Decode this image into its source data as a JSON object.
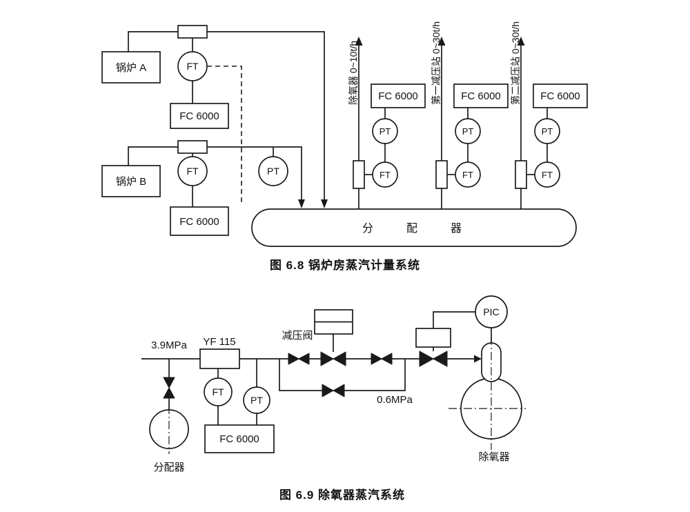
{
  "figure1": {
    "caption": "图 6.8  锅炉房蒸汽计量系统",
    "boiler_a_label": "锅炉 A",
    "boiler_b_label": "锅炉 B",
    "ft_label": "FT",
    "pt_label": "PT",
    "fc_label": "FC 6000",
    "distributor_label": "分　　　配　　　器",
    "branches": [
      {
        "pipe_label": "除氧器 0~10t/h",
        "fc_label": "FC 6000",
        "pt_label": "PT",
        "ft_label": "FT"
      },
      {
        "pipe_label": "第一减压站 0~30t/h",
        "fc_label": "FC 6000",
        "pt_label": "PT",
        "ft_label": "FT"
      },
      {
        "pipe_label": "第二减压站 0~30t/h",
        "fc_label": "FC 6000",
        "pt_label": "PT",
        "ft_label": "FT"
      }
    ]
  },
  "figure2": {
    "caption": "图 6.9  除氧器蒸汽系统",
    "inlet_pressure_label": "3.9MPa",
    "outlet_pressure_label": "0.6MPa",
    "flow_element_label": "YF 115",
    "reducing_valve_label": "减压阀",
    "ft_label": "FT",
    "pt_label": "PT",
    "fc_label": "FC 6000",
    "pic_label": "PIC",
    "distributor_label": "分配器",
    "deaerator_label": "除氧器"
  }
}
